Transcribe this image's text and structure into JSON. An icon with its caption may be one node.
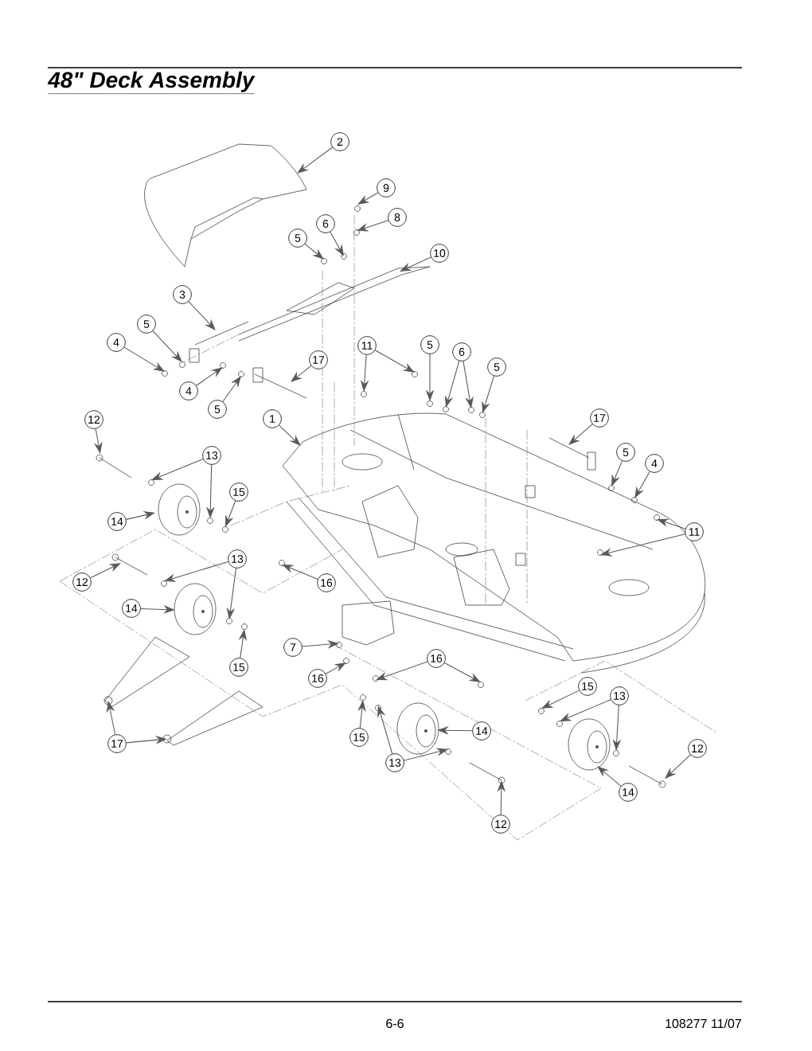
{
  "diagram": {
    "title": "48\" Deck Assembly",
    "nodes": [
      {
        "text": [
          "2"
        ]
      },
      {
        "text": [
          "9"
        ]
      },
      {
        "text": [
          "8"
        ]
      },
      {
        "text": [
          "10"
        ]
      },
      {
        "text": [
          "6"
        ]
      },
      {
        "text": [
          "5"
        ]
      },
      {
        "text": [
          "3"
        ]
      },
      {
        "text": [
          "5"
        ]
      },
      {
        "text": [
          "4"
        ]
      },
      {
        "text": [
          "4"
        ]
      },
      {
        "text": [
          "5"
        ]
      },
      {
        "text": [
          "17"
        ]
      },
      {
        "text": [
          "11"
        ]
      },
      {
        "text": [
          "5"
        ]
      },
      {
        "text": [
          "6"
        ]
      },
      {
        "text": [
          "5"
        ]
      },
      {
        "text": [
          "12"
        ]
      },
      {
        "text": [
          "1"
        ]
      },
      {
        "text": [
          "17"
        ]
      },
      {
        "text": [
          "13"
        ]
      },
      {
        "text": [
          "5"
        ]
      },
      {
        "text": [
          "4"
        ]
      },
      {
        "text": [
          "15"
        ]
      },
      {
        "text": [
          "14"
        ]
      },
      {
        "text": [
          "11"
        ]
      },
      {
        "text": [
          "12"
        ]
      },
      {
        "text": [
          "13"
        ]
      },
      {
        "text": [
          "16"
        ]
      },
      {
        "text": [
          "14"
        ]
      },
      {
        "text": [
          "15"
        ]
      },
      {
        "text": [
          "7"
        ]
      },
      {
        "text": [
          "16"
        ]
      },
      {
        "text": [
          "16"
        ]
      },
      {
        "text": [
          "15"
        ]
      },
      {
        "text": [
          "13"
        ]
      },
      {
        "text": [
          "15"
        ]
      },
      {
        "text": [
          "14"
        ]
      },
      {
        "text": [
          "13"
        ]
      },
      {
        "text": [
          "17"
        ]
      },
      {
        "text": [
          "12"
        ]
      },
      {
        "text": [
          "14"
        ]
      },
      {
        "text": [
          "12"
        ]
      }
    ],
    "edges": [
      {
        "from": 0,
        "to": null,
        "arrow": "to"
      },
      {
        "from": 1,
        "to": null,
        "arrow": "to"
      },
      {
        "from": 2,
        "to": null,
        "arrow": "to"
      },
      {
        "from": 3,
        "to": null,
        "arrow": "to"
      },
      {
        "from": 4,
        "to": null,
        "arrow": "to"
      },
      {
        "from": 5,
        "to": null,
        "arrow": "to"
      },
      {
        "from": 6,
        "to": null,
        "arrow": "to"
      },
      {
        "from": 7,
        "to": null,
        "arrow": "to"
      },
      {
        "from": 8,
        "to": null,
        "arrow": "to"
      },
      {
        "from": 9,
        "to": null,
        "arrow": "to"
      },
      {
        "from": 10,
        "to": null,
        "arrow": "to"
      },
      {
        "from": 11,
        "to": null,
        "arrow": "to"
      },
      {
        "from": 12,
        "to": null,
        "arrow": "to"
      },
      {
        "from": 12,
        "to": null,
        "arrow": "to"
      },
      {
        "from": 13,
        "to": null,
        "arrow": "to"
      },
      {
        "from": 14,
        "to": null,
        "arrow": "to"
      },
      {
        "from": 14,
        "to": null,
        "arrow": "to"
      },
      {
        "from": 15,
        "to": null,
        "arrow": "to"
      },
      {
        "from": 16,
        "to": null,
        "arrow": "to"
      },
      {
        "from": 17,
        "to": null,
        "arrow": "to"
      },
      {
        "from": 18,
        "to": null,
        "arrow": "to"
      },
      {
        "from": 19,
        "to": null,
        "arrow": "to"
      },
      {
        "from": 19,
        "to": null,
        "arrow": "to"
      },
      {
        "from": 20,
        "to": null,
        "arrow": "to"
      },
      {
        "from": 21,
        "to": null,
        "arrow": "to"
      },
      {
        "from": 22,
        "to": null,
        "arrow": "to"
      },
      {
        "from": 23,
        "to": null,
        "arrow": "to"
      },
      {
        "from": 24,
        "to": null,
        "arrow": "to"
      },
      {
        "from": 24,
        "to": null,
        "arrow": "to"
      },
      {
        "from": 25,
        "to": null,
        "arrow": "to"
      },
      {
        "from": 26,
        "to": null,
        "arrow": "to"
      },
      {
        "from": 26,
        "to": null,
        "arrow": "to"
      },
      {
        "from": 27,
        "to": null,
        "arrow": "to"
      },
      {
        "from": 28,
        "to": null,
        "arrow": "to"
      },
      {
        "from": 29,
        "to": null,
        "arrow": "to"
      },
      {
        "from": 30,
        "to": null,
        "arrow": "to"
      },
      {
        "from": 31,
        "to": null,
        "arrow": "to"
      },
      {
        "from": 32,
        "to": null,
        "arrow": "to"
      },
      {
        "from": 32,
        "to": null,
        "arrow": "to"
      },
      {
        "from": 33,
        "to": null,
        "arrow": "to"
      },
      {
        "from": 34,
        "to": null,
        "arrow": "to"
      },
      {
        "from": 34,
        "to": null,
        "arrow": "to"
      },
      {
        "from": 35,
        "to": null,
        "arrow": "to"
      },
      {
        "from": 36,
        "to": null,
        "arrow": "to"
      },
      {
        "from": 37,
        "to": null,
        "arrow": "to"
      },
      {
        "from": 37,
        "to": null,
        "arrow": "to"
      },
      {
        "from": 38,
        "to": null,
        "arrow": "to"
      },
      {
        "from": 38,
        "to": null,
        "arrow": "to"
      },
      {
        "from": 39,
        "to": null,
        "arrow": "to"
      },
      {
        "from": 40,
        "to": null,
        "arrow": "to"
      },
      {
        "from": 41,
        "to": null,
        "arrow": "to"
      }
    ],
    "labels": [
      "6-6",
      "108277 11/07"
    ]
  }
}
